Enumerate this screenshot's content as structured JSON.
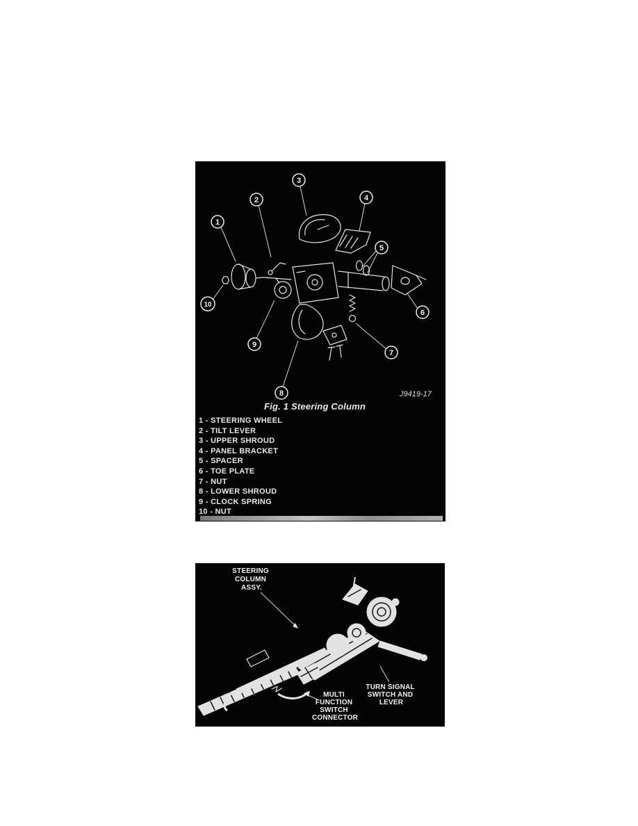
{
  "colors": {
    "page_background": "#ffffff",
    "panel_background": "#040404",
    "ink": "#ececec"
  },
  "figure1": {
    "caption": "Fig. 1 Steering Column",
    "reference": "J9419-17",
    "callouts": [
      "1",
      "2",
      "3",
      "4",
      "5",
      "6",
      "7",
      "8",
      "9",
      "10"
    ],
    "legend": [
      "1 - STEERING WHEEL",
      "2 - TILT LEVER",
      "3 - UPPER SHROUD",
      "4 - PANEL BRACKET",
      "5 - SPACER",
      "6 - TOE PLATE",
      "7 - NUT",
      "8 - LOWER SHROUD",
      "9 - CLOCK SPRING",
      "10 - NUT"
    ]
  },
  "figure2": {
    "labels": {
      "steering_column_assy": [
        "STEERING",
        "COLUMN",
        "ASSY."
      ],
      "multi_function_switch_connector": [
        "MULTI",
        "FUNCTION",
        "SWITCH",
        "CONNECTOR"
      ],
      "turn_signal_switch_lever": [
        "TURN SIGNAL",
        "SWITCH AND",
        "LEVER"
      ]
    }
  }
}
